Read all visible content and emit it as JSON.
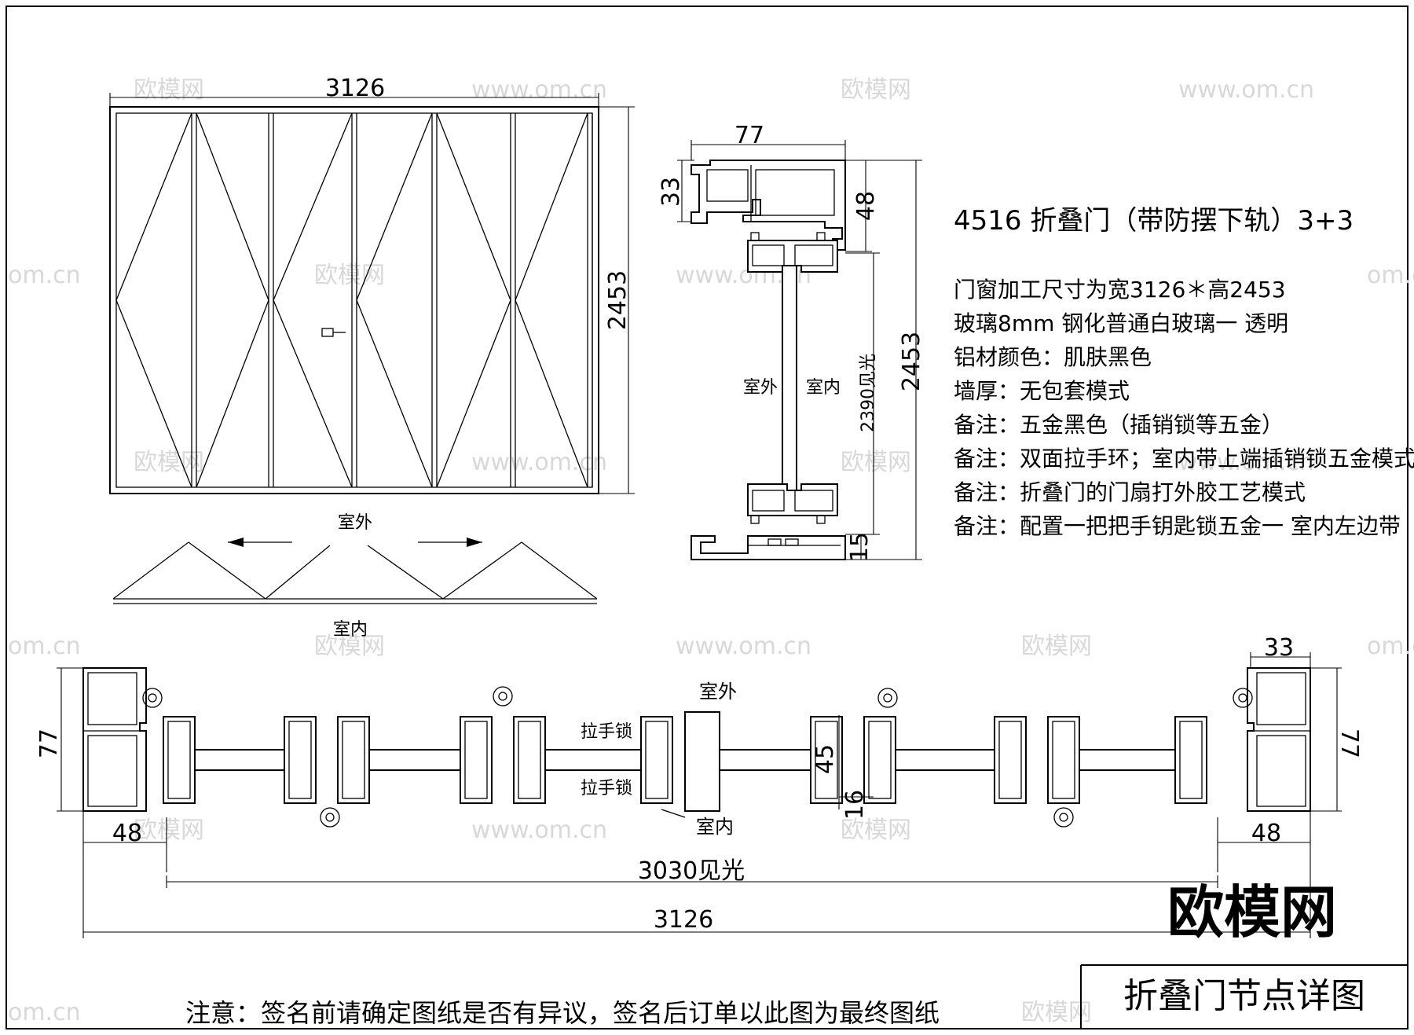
{
  "elevation": {
    "width_label": "3126",
    "height_label": "2453",
    "outside_label": "室外",
    "inside_label": "室内"
  },
  "section": {
    "top_width": "77",
    "top_height_left": "33",
    "top_height_right": "48",
    "clear_height": "2390见光",
    "total_height": "2453",
    "bottom_height": "15",
    "outside_label": "室外",
    "inside_label": "室内"
  },
  "specs": {
    "title": "4516 折叠门（带防摆下轨）3+3",
    "lines": [
      "门窗加工尺寸为宽3126＊高2453",
      "玻璃8mm 钢化普通白玻璃一 透明",
      "铝材颜色：肌肤黑色",
      "墙厚：无包套模式",
      "备注：五金黑色（插销锁等五金）",
      "备注：双面拉手环；室内带上端插销锁五金模式",
      "备注：折叠门的门扇打外胶工艺模式",
      "备注：配置一把把手钥匙锁五金一 室内左边带"
    ]
  },
  "plan": {
    "outside_label": "室外",
    "inside_label": "室内",
    "lock_label_top": "拉手锁",
    "lock_label_bottom": "拉手锁",
    "frame_depth_left": "77",
    "frame_depth_right": "77",
    "frame_width_top_right": "33",
    "frame_offset_left": "48",
    "frame_offset_right": "48",
    "sash_dim_45": "45",
    "sash_dim_16": "16",
    "clear_width": "3030见光",
    "total_width": "3126"
  },
  "brand": {
    "logo_text": "欧模网",
    "drawing_title": "折叠门节点详图"
  },
  "note": "注意：签名前请确定图纸是否有异议，签名后订单以此图为最终图纸",
  "watermarks": {
    "brand": "欧模网",
    "url": "www.om.cn",
    "url_short": "om.cn"
  }
}
